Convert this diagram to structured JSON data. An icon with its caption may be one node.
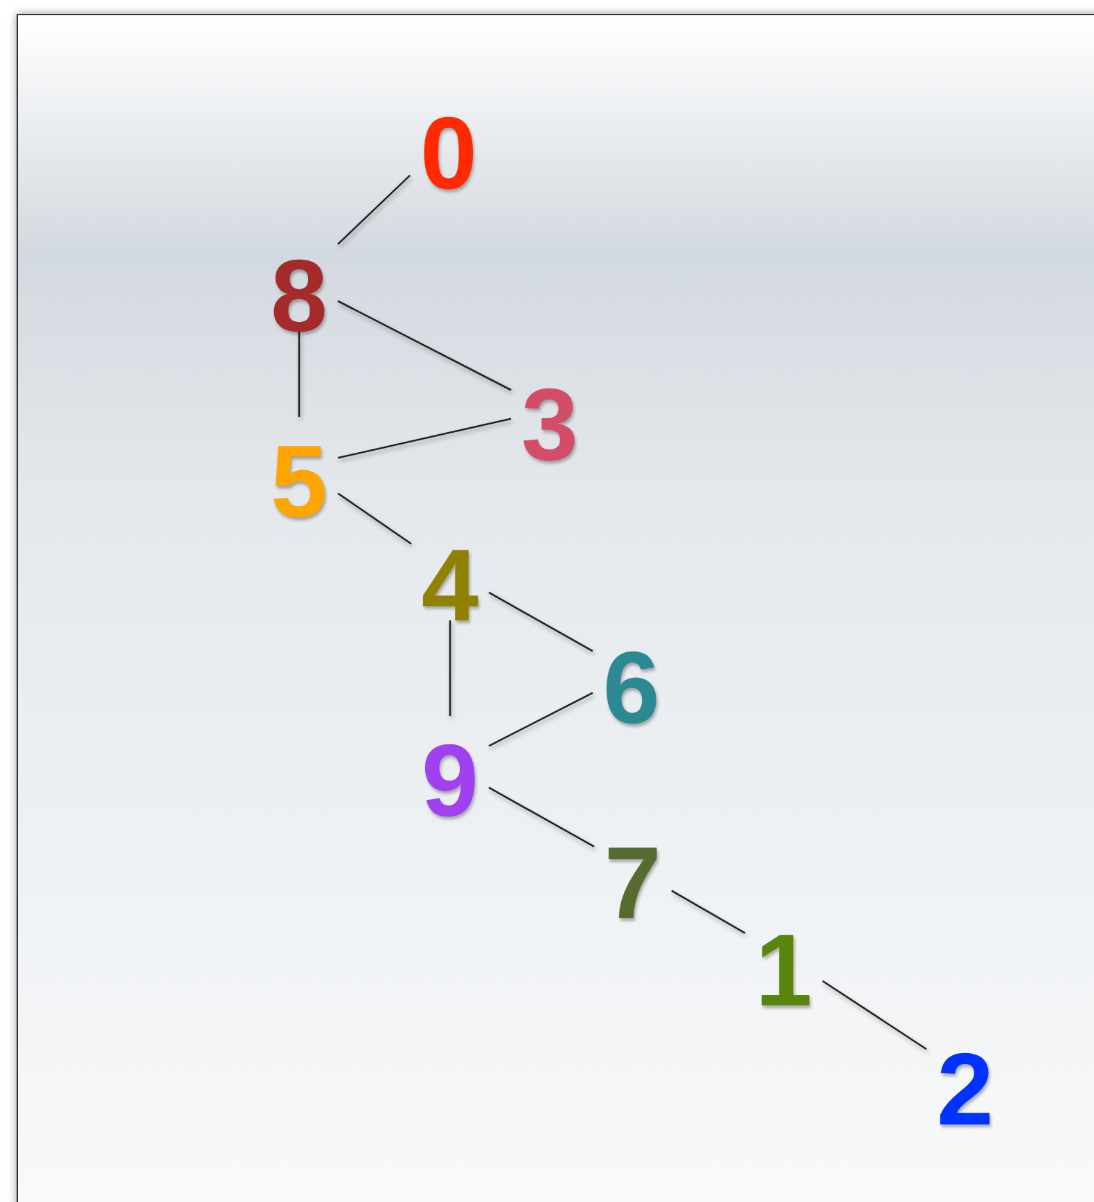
{
  "diagram": {
    "nodes": [
      {
        "text": [
          "0"
        ]
      },
      {
        "text": [
          "8"
        ]
      },
      {
        "text": [
          "3"
        ]
      },
      {
        "text": [
          "5"
        ]
      },
      {
        "text": [
          "4"
        ]
      },
      {
        "text": [
          "6"
        ]
      },
      {
        "text": [
          "9"
        ]
      },
      {
        "text": [
          "7"
        ]
      },
      {
        "text": [
          "1"
        ]
      },
      {
        "text": [
          "2"
        ]
      }
    ],
    "edges": [
      {
        "from": 0,
        "to": 1,
        "arrow": "none"
      },
      {
        "from": 1,
        "to": 2,
        "arrow": "none"
      },
      {
        "from": 1,
        "to": 3,
        "arrow": "none"
      },
      {
        "from": 3,
        "to": 2,
        "arrow": "none"
      },
      {
        "from": 3,
        "to": 4,
        "arrow": "none"
      },
      {
        "from": 4,
        "to": 5,
        "arrow": "none"
      },
      {
        "from": 4,
        "to": 6,
        "arrow": "none"
      },
      {
        "from": 6,
        "to": 5,
        "arrow": "none"
      },
      {
        "from": 6,
        "to": 7,
        "arrow": "none"
      },
      {
        "from": 7,
        "to": 8,
        "arrow": "none"
      },
      {
        "from": 8,
        "to": 9,
        "arrow": "none"
      }
    ]
  }
}
